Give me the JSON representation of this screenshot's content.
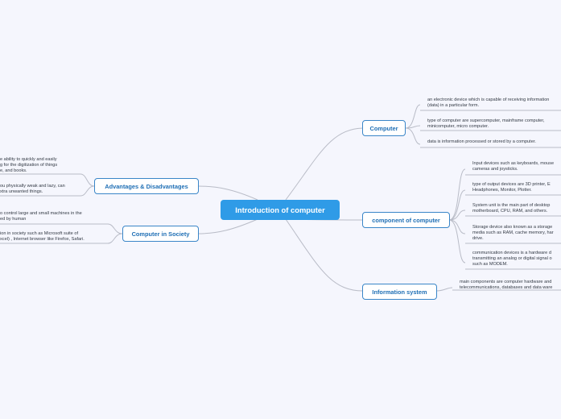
{
  "colors": {
    "background": "#f5f6fd",
    "central_fill": "#2f9be7",
    "node_border": "#3a86c8",
    "node_text": "#1f6fb5",
    "connector": "#b9bcc7"
  },
  "central": {
    "label": "Introduction of computer"
  },
  "branches": {
    "computer": {
      "label": "Computer",
      "leaves": [
        "an electronic device which is capable of receiving information\n(data) in a particular form.",
        "type of computer are supercomputer, mainframe computer,\nminicomputer, micro computer.",
        "data is information processed or stored by a computer."
      ]
    },
    "component": {
      "label": "component of computer",
      "leaves": [
        "Input devices such as keyboards, mouse\ncameras and joysticks.",
        "type of output devices are 3D printer, E\nHeadphones, Monitor, Plotter.",
        "System unit is the main part of desktop\nmotherboard, CPU, RAM, and others.",
        "Storage device also known as a storage\nmedia such as RAM, cache memory, har\ndrive.",
        "communication devices is a hardware d\ntransmitting an analog or digital signal o\nsuch as MODEM."
      ]
    },
    "information": {
      "label": "Information system",
      "leaves": [
        "main components are computer hardware and\ntelecommunications, databases and data ware"
      ]
    },
    "advantages": {
      "label": "Advantages & Disadvantages",
      "leaves": [
        "e ability to quickly and easily\ng for the digitization of things\ne, and books.",
        "ou physically weak and lazy, can\nxtra unwanted things."
      ]
    },
    "society": {
      "label": "Computer in Society",
      "leaves": [
        "o control large and small machines in the\ned by human",
        "ion in society such as Microsoft suite of\nxcel) , Internet browser like Firefox, Safari."
      ]
    }
  }
}
